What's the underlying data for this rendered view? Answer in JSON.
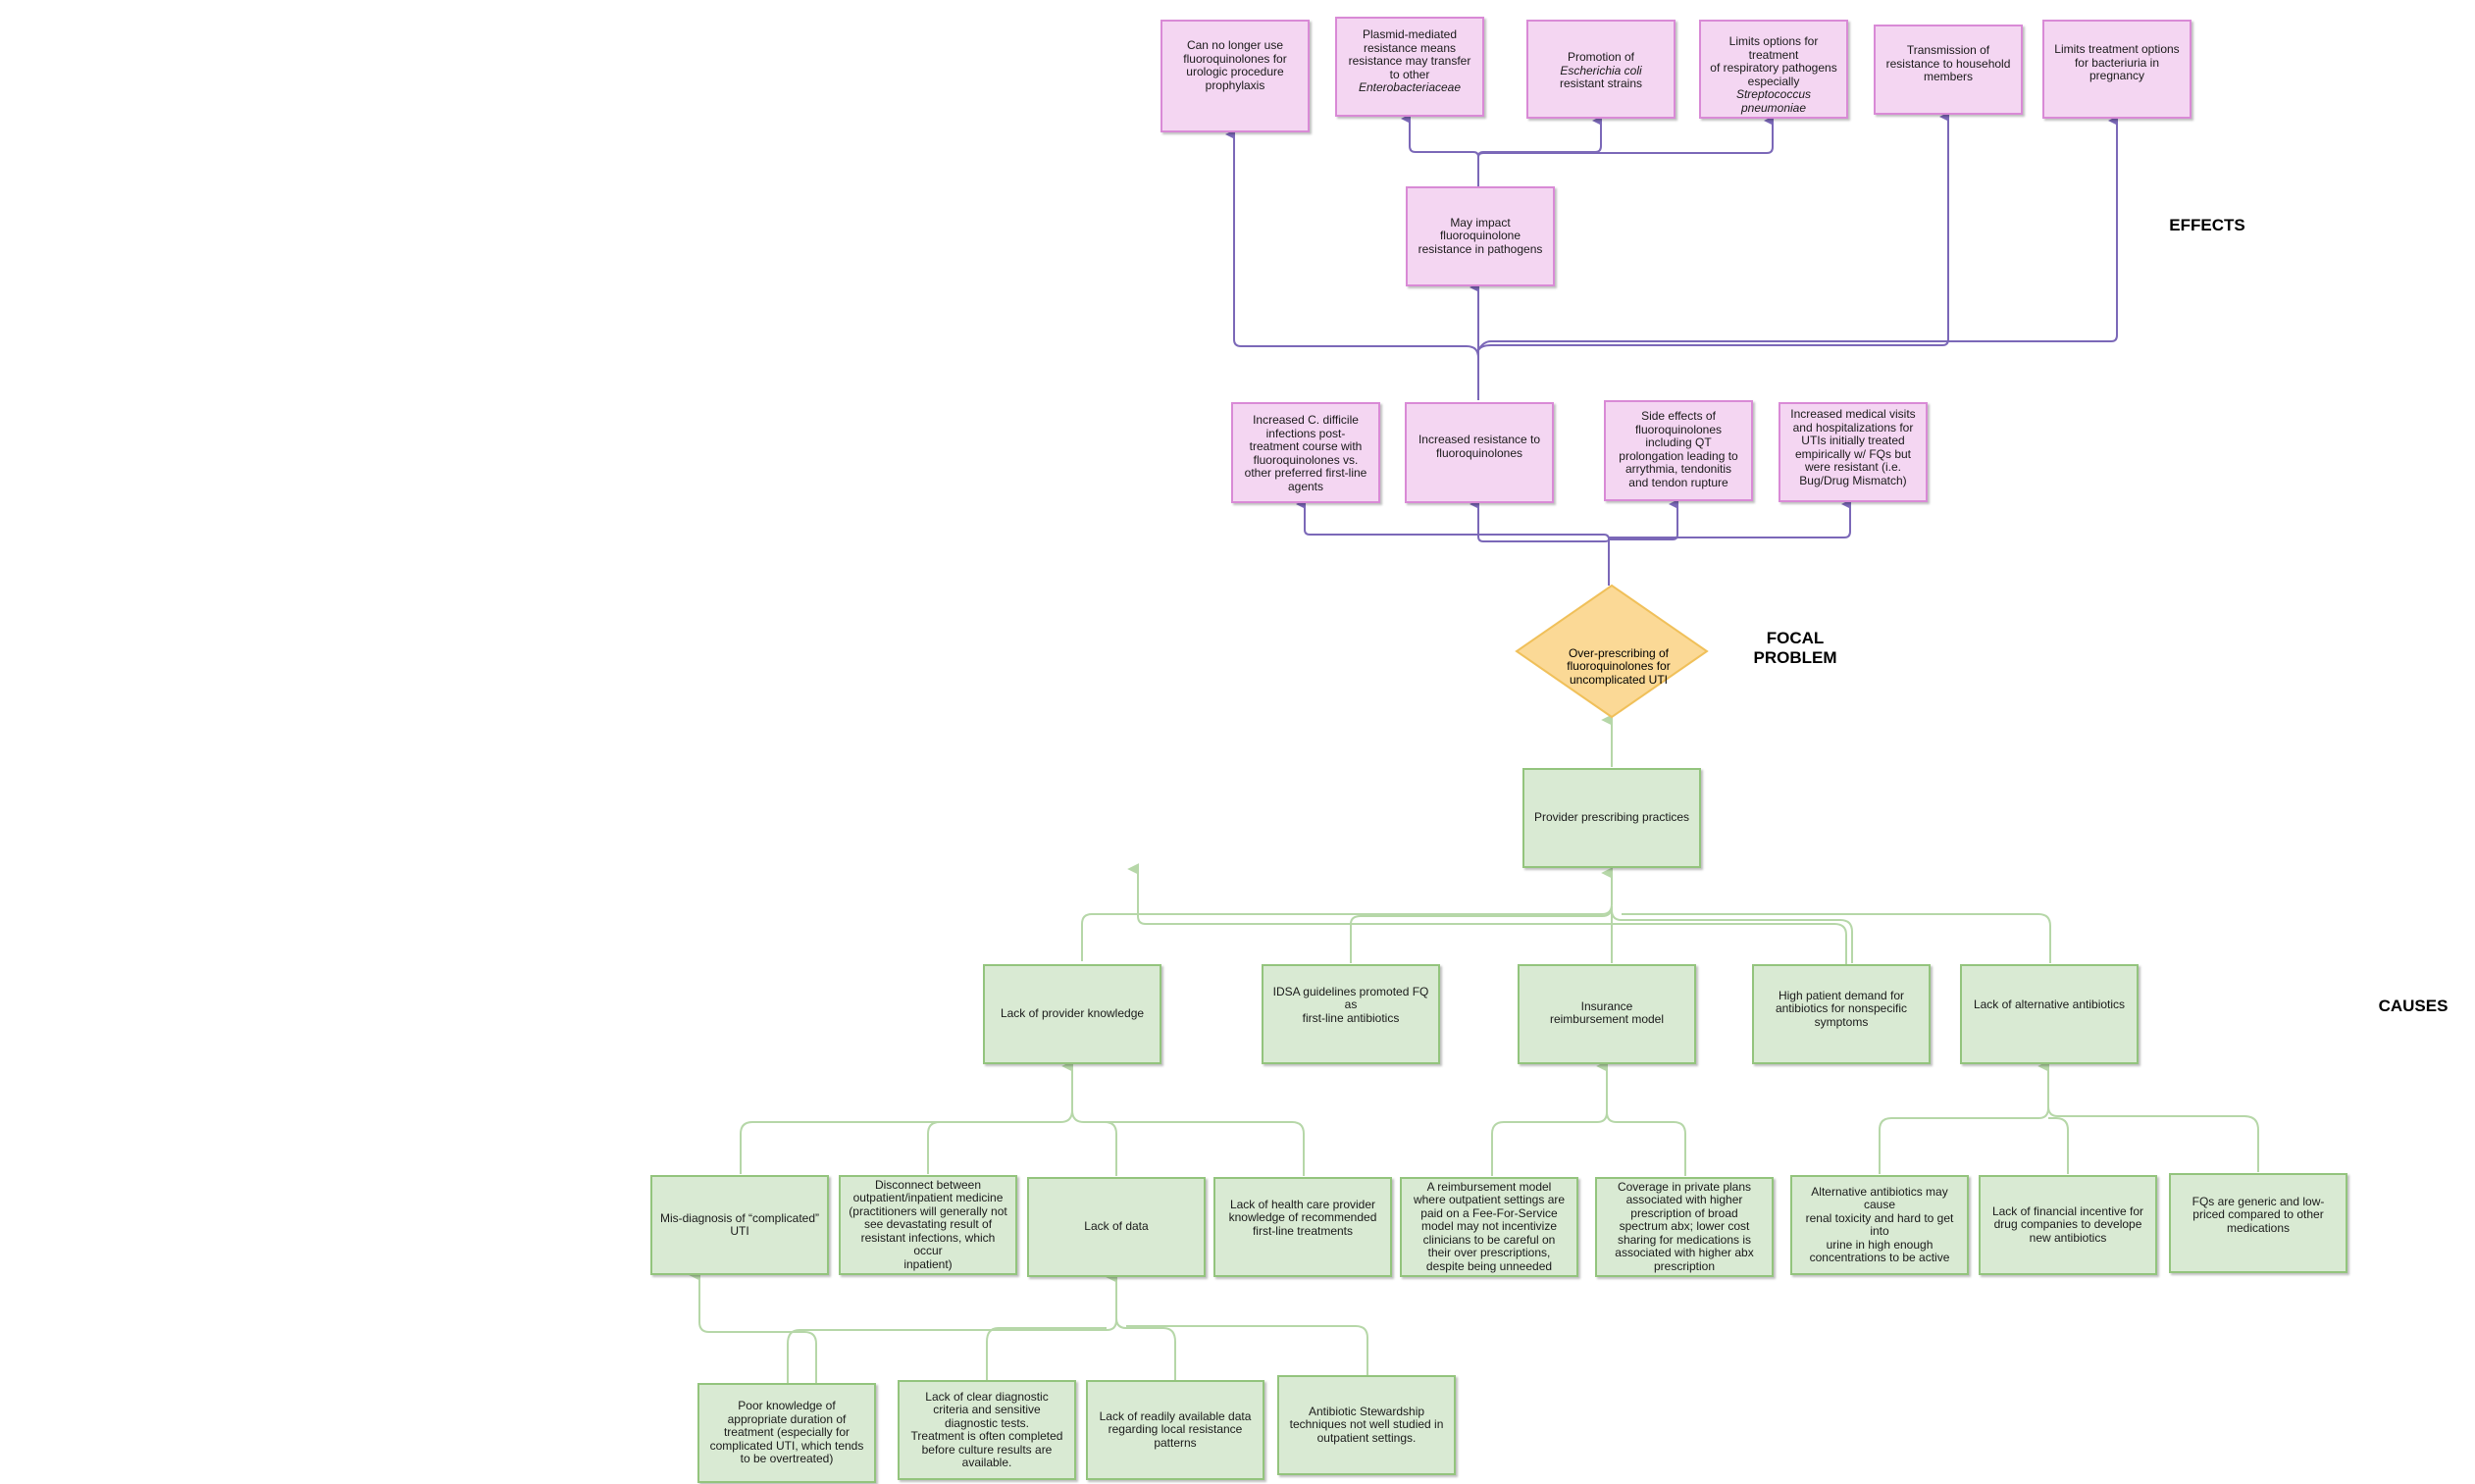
{
  "labels": {
    "effects": "EFFECTS",
    "focal_problem": "FOCAL PROBLEM",
    "causes": "CAUSES"
  },
  "colors": {
    "effect_fill": "#f4d6f2",
    "effect_border": "#d98ad6",
    "effect_connector": "#7b68b8",
    "cause_fill": "#d9ead3",
    "cause_border": "#93c47d",
    "cause_connector": "#b6d7a8",
    "focal_fill": "#fbd996",
    "focal_border": "#f0c05a"
  },
  "focal": {
    "text_lines": [
      "Over-prescribing of",
      "fluoroquinolones for",
      "uncomplicated UTI"
    ]
  },
  "effects": {
    "top": [
      {
        "lines": [
          "Can no longer use",
          "fluoroquinolones for",
          "urologic procedure",
          "prophylaxis"
        ]
      },
      {
        "lines": [
          "Plasmid-mediated",
          "resistance means",
          "resistance may transfer",
          "to other"
        ],
        "italic": "Enterobacteriaceae"
      },
      {
        "lines": [
          "Promotion of"
        ],
        "italic_lines": [
          "Escherichia coli"
        ],
        "tail": "resistant strains"
      },
      {
        "lines": [
          "Limits options for treatment",
          "of respiratory pathogens",
          "especially"
        ],
        "italic_lines": [
          "Streptococcus",
          "pneumoniae"
        ]
      },
      {
        "lines": [
          "Transmission of",
          "resistance to household",
          "members"
        ]
      },
      {
        "lines": [
          "Limits treatment options",
          "for bacteriuria in",
          "pregnancy"
        ]
      }
    ],
    "middle": {
      "lines": [
        "May impact",
        "fluoroquinolone",
        "resistance in pathogens"
      ]
    },
    "direct": [
      {
        "lines": [
          "Increased C. difficile",
          "infections post-",
          "treatment course with",
          "fluoroquinolones vs.",
          "other preferred first-line",
          "agents"
        ]
      },
      {
        "lines": [
          "Increased resistance to",
          "fluoroquinolones"
        ]
      },
      {
        "lines": [
          "Side effects of",
          "fluoroquinolones",
          "including QT",
          "prolongation leading to",
          "arrythmia, tendonitis",
          "and tendon rupture"
        ]
      },
      {
        "lines": [
          "Increased medical visits",
          "and hospitalizations for",
          "UTIs initially treated",
          "empirically w/ FQs but",
          "were resistant (i.e.",
          "Bug/Drug Mismatch)"
        ]
      }
    ]
  },
  "causes": {
    "provider_practices": {
      "lines": [
        "Provider prescribing practices"
      ]
    },
    "primary": [
      {
        "lines": [
          "Lack of provider knowledge"
        ]
      },
      {
        "lines": [
          "IDSA guidelines promoted FQ as",
          "first-line antibiotics"
        ]
      },
      {
        "lines": [
          "Insurance",
          "reimbursement model"
        ]
      },
      {
        "lines": [
          "High patient demand for",
          "antibiotics for nonspecific",
          "symptoms"
        ]
      },
      {
        "lines": [
          "Lack of alternative antibiotics"
        ]
      }
    ],
    "secondary": [
      {
        "lines": [
          "Mis-diagnosis of “complicated”",
          "UTI"
        ]
      },
      {
        "lines": [
          "Disconnect between",
          "outpatient/inpatient medicine",
          "(practitioners will generally not",
          "see devastating result of",
          "resistant infections, which occur",
          "inpatient)"
        ]
      },
      {
        "lines": [
          "Lack of data"
        ]
      },
      {
        "lines": [
          "Lack of health care provider",
          "knowledge of recommended",
          "first-line treatments"
        ]
      },
      {
        "lines": [
          "A reimbursement model",
          "where outpatient settings are",
          "paid on a Fee-For-Service",
          "model may not incentivize",
          "clinicians to be careful on",
          "their over prescriptions,",
          "despite being unneeded"
        ]
      },
      {
        "lines": [
          "Coverage in private plans",
          "associated with higher",
          "prescription of broad",
          "spectrum abx; lower cost",
          "sharing for medications is",
          "associated with higher abx",
          "prescription"
        ]
      },
      {
        "lines": [
          "Alternative antibiotics may cause",
          "renal toxicity and hard to get into",
          "urine in high enough",
          "concentrations to be active"
        ]
      },
      {
        "lines": [
          "Lack of financial incentive for",
          "drug companies to develope",
          "new antibiotics"
        ]
      },
      {
        "lines": [
          "FQs are generic and low-",
          "priced compared to other",
          "medications"
        ]
      }
    ],
    "tertiary": [
      {
        "lines": [
          "Poor knowledge of",
          "appropriate duration of",
          "treatment (especially for",
          "complicated UTI, which tends",
          "to be overtreated)"
        ]
      },
      {
        "lines": [
          "Lack of clear diagnostic",
          "criteria and sensitive",
          "diagnostic tests.",
          "Treatment is often completed",
          "before culture results are",
          "available."
        ]
      },
      {
        "lines": [
          "Lack of readily available data",
          "regarding local resistance",
          "patterns"
        ]
      },
      {
        "lines": [
          "Antibiotic Stewardship",
          "techniques not well studied in",
          "outpatient settings."
        ]
      }
    ]
  }
}
